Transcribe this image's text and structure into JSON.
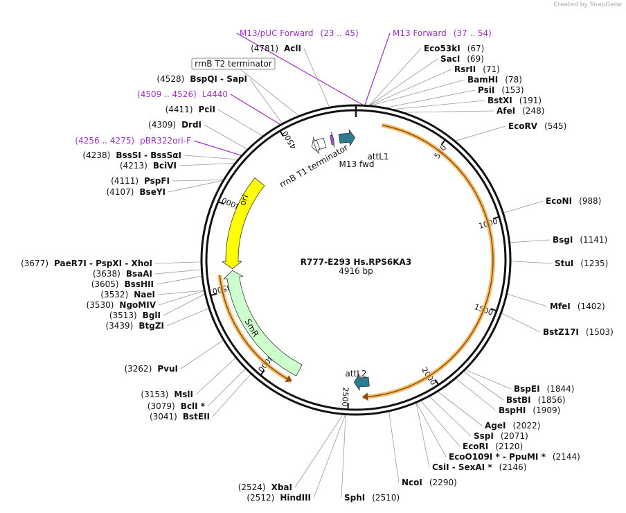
{
  "credit": "Created by SnapGene",
  "plasmid": {
    "name": "R777-E293 Hs.RPS6KA3",
    "length_label": "4916 bp",
    "length": 4916
  },
  "ticks": [
    {
      "pos": 500,
      "label": "500"
    },
    {
      "pos": 1000,
      "label": "1000"
    },
    {
      "pos": 1500,
      "label": "1500"
    },
    {
      "pos": 2000,
      "label": "2000"
    },
    {
      "pos": 2500,
      "label": "2500"
    },
    {
      "pos": 3000,
      "label": "3000"
    },
    {
      "pos": 3500,
      "label": "3500"
    },
    {
      "pos": 4000,
      "label": "4000"
    },
    {
      "pos": 4500,
      "label": "4500"
    }
  ],
  "features": [
    {
      "name": "ori",
      "start": 3632,
      "end": 4220,
      "dir": -1,
      "color": "#ffff00"
    },
    {
      "name": "SmR",
      "start": 2830,
      "end": 3620,
      "dir": 1,
      "color": "#ccffcc"
    },
    {
      "name": "rrnB T1 terminator",
      "start": 4625,
      "end": 4712,
      "dir": -1,
      "color": "#ffffff"
    },
    {
      "name": "M13 fwd",
      "start": 4755,
      "end": 4773,
      "dir": 1,
      "color": "#b04fd8"
    },
    {
      "name": "attL1",
      "start": 4810,
      "end": 4910,
      "dir": 1,
      "color": "#2c7b8e"
    },
    {
      "name": "attL2",
      "start": 2375,
      "end": 2470,
      "dir": 1,
      "color": "#2c7b8e"
    }
  ],
  "orf": {
    "start": 150,
    "end": 2420,
    "color": "#f4b24a"
  },
  "orf2": {
    "start": 2840,
    "end": 3600
  },
  "sites": [
    {
      "enzyme": "M13/pUC Forward",
      "pos": "(23 .. 45)",
      "style": "primer"
    },
    {
      "enzyme": "M13 Forward",
      "pos": "(37 .. 54)",
      "style": "primer"
    },
    {
      "enzyme": "AclI",
      "pos": "(4781)"
    },
    {
      "enzyme": "Eco53kI",
      "pos": "(67)"
    },
    {
      "enzyme": "SacI",
      "pos": "(69)"
    },
    {
      "enzyme": "RsrII",
      "pos": "(71)"
    },
    {
      "enzyme": "BamHI",
      "pos": "(78)"
    },
    {
      "enzyme": "PsiI",
      "pos": "(153)"
    },
    {
      "enzyme": "BstXI",
      "pos": "(191)"
    },
    {
      "enzyme": "AfeI",
      "pos": "(248)"
    },
    {
      "enzyme": "EcoRV",
      "pos": "(545)"
    },
    {
      "enzyme": "EcoNI",
      "pos": "(988)"
    },
    {
      "enzyme": "BsgI",
      "pos": "(1141)"
    },
    {
      "enzyme": "StuI",
      "pos": "(1235)"
    },
    {
      "enzyme": "MfeI",
      "pos": "(1402)"
    },
    {
      "enzyme": "BstZ17I",
      "pos": "(1503)"
    },
    {
      "enzyme": "BspEI",
      "pos": "(1844)"
    },
    {
      "enzyme": "BstBI",
      "pos": "(1856)"
    },
    {
      "enzyme": "BspHI",
      "pos": "(1909)"
    },
    {
      "enzyme": "AgeI",
      "pos": "(2022)"
    },
    {
      "enzyme": "SspI",
      "pos": "(2071)"
    },
    {
      "enzyme": "EcoRI",
      "pos": "(2120)"
    },
    {
      "enzyme": "EcoO109I * - PpuMI *",
      "pos": "(2144)"
    },
    {
      "enzyme": "CsiI - SexAI *",
      "pos": "(2146)"
    },
    {
      "enzyme": "NcoI",
      "pos": "(2290)"
    },
    {
      "enzyme": "SphI",
      "pos": "(2510)"
    },
    {
      "enzyme": "HindIII",
      "pos": "(2512)"
    },
    {
      "enzyme": "XbaI",
      "pos": "(2524)"
    },
    {
      "enzyme": "BstEII",
      "pos": "(3041)"
    },
    {
      "enzyme": "BclI *",
      "pos": "(3079)"
    },
    {
      "enzyme": "MslI",
      "pos": "(3153)"
    },
    {
      "enzyme": "PvuI",
      "pos": "(3262)"
    },
    {
      "enzyme": "BtgZI",
      "pos": "(3439)"
    },
    {
      "enzyme": "BglI",
      "pos": "(3513)"
    },
    {
      "enzyme": "NgoMIV",
      "pos": "(3530)"
    },
    {
      "enzyme": "NaeI",
      "pos": "(3532)"
    },
    {
      "enzyme": "BssHII",
      "pos": "(3605)"
    },
    {
      "enzyme": "BsaAI",
      "pos": "(3638)"
    },
    {
      "enzyme": "PaeR7I - PspXI - XhoI",
      "pos": "(3677)"
    },
    {
      "enzyme": "BseYI",
      "pos": "(4107)"
    },
    {
      "enzyme": "PspFI",
      "pos": "(4111)"
    },
    {
      "enzyme": "BciVI",
      "pos": "(4213)"
    },
    {
      "enzyme": "BssSI - BssSαI",
      "pos": "(4238)"
    },
    {
      "enzyme": "pBR322ori-F",
      "pos": "(4256 .. 4275)",
      "style": "primer"
    },
    {
      "enzyme": "DrdI",
      "pos": "(4309)"
    },
    {
      "enzyme": "PciI",
      "pos": "(4411)"
    },
    {
      "enzyme": "L4440",
      "pos": "(4509 .. 4526)",
      "style": "primer"
    },
    {
      "enzyme": "BspQI - SapI",
      "pos": "(4528)"
    },
    {
      "enzyme": "rrnB T2 terminator",
      "pos": "",
      "style": "boxed"
    }
  ]
}
